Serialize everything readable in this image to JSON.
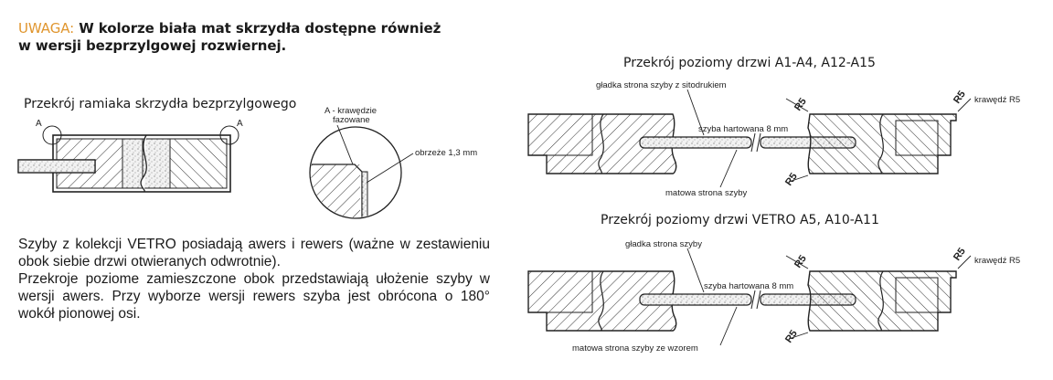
{
  "notice": {
    "prefix": "UWAGA:",
    "line1": " W kolorze biała mat skrzydła dostępne również",
    "line2": "w wersji bezprzylgowej rozwiernej."
  },
  "left_diagram": {
    "title": "Przekrój ramiaka skrzydła bezprzylgowego",
    "marker_left": "A",
    "marker_right": "A",
    "detail_label_line1": "A - krawędzie",
    "detail_label_line2": "fazowane",
    "edge_label": "obrzeże 1,3 mm"
  },
  "body": {
    "p1": "Szyby z kolekcji VETRO posiadają awers i rewers (ważne w zestawieniu obok siebie drzwi otwieranych odwrotnie).",
    "p2": "Przekroje poziome zamieszczone obok przedstawiają ułożenie szyby w wersji awers. Przy wyborze wersji rewers szyba jest obrócona o 180° wokół pionowej osi."
  },
  "section1": {
    "title": "Przekrój poziomy drzwi   A1-A4, A12-A15",
    "top_label": "gładka strona szyby z sitodrukiem",
    "glass_label": "szyba hartowana 8 mm",
    "bottom_label": "matowa strona szyby",
    "r_top_a": "R5",
    "r_top_b": "R5",
    "r_bottom": "R5",
    "edge_label": "krawędź R5"
  },
  "section2": {
    "title": "Przekrój poziomy drzwi VETRO A5, A10-A11",
    "top_label": "gładka strona szyby",
    "glass_label": "szyba hartowana 8 mm",
    "bottom_label": "matowa strona szyby ze wzorem",
    "r_top_a": "R5",
    "r_top_b": "R5",
    "r_bottom": "R5",
    "edge_label": "krawędź R5"
  }
}
